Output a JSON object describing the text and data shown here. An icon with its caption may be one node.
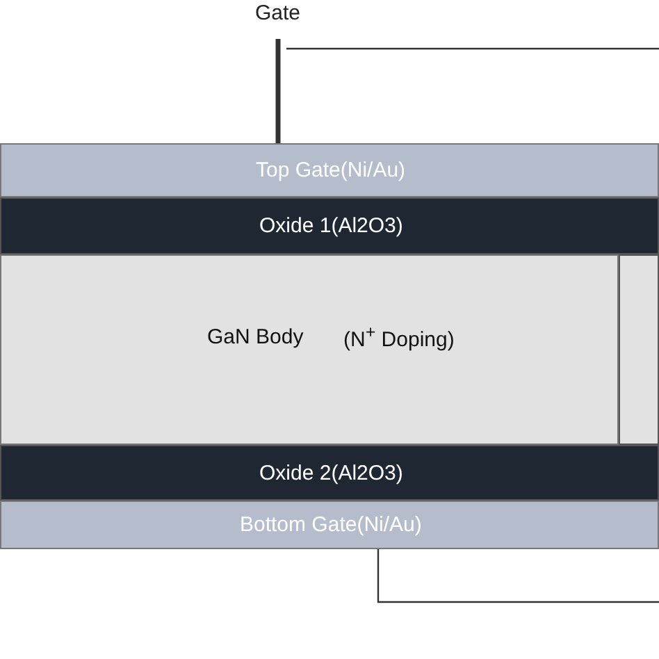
{
  "diagram": {
    "nodes": [
      {
        "text": [
          "Gate"
        ]
      },
      {
        "text": [
          "Top Gate(Ni/Au)"
        ]
      },
      {
        "text": [
          "Oxide 1(Al2O3)"
        ]
      },
      {
        "text": [
          "GaN Body",
          "(N$^{+}$ Doping)"
        ]
      },
      {
        "text": [
          "Oxide 2(Al2O3)"
        ]
      },
      {
        "text": [
          "Bottom Gate(Ni/Au)"
        ]
      },
      {
        "text": [],
        "shape": "box"
      }
    ],
    "edges": [
      {
        "from": 0,
        "to": 1,
        "arrow": "none",
        "style": "thick"
      },
      {
        "from": 5,
        "to": null,
        "arrow": "none"
      }
    ]
  }
}
